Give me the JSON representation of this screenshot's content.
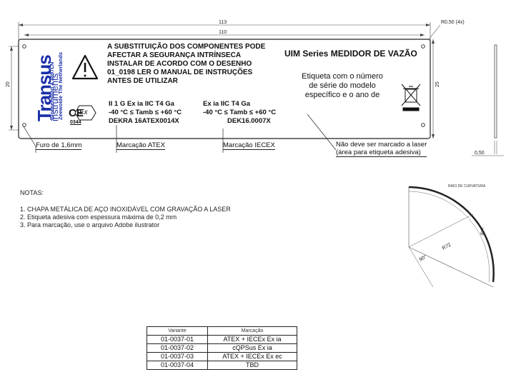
{
  "dimensions": {
    "overall_width": "113",
    "inner_width": "110",
    "height_left": "20",
    "height_right": "25",
    "corner_radius": "R0,50 (4x)",
    "thickness": "0,50"
  },
  "label": {
    "logo_text": "Transus",
    "logo_sub": "instruments",
    "address_line1": "Bloesemlaan 4 3897LN",
    "address_line2": "Zeewolde The Netherlands",
    "warning_lines": [
      "A SUBSTITUIÇÃO DOS COMPONENTES PODE",
      "AFECTAR A SEGURANÇA INTRÍNSECA",
      "INSTALAR DE ACORDO COM O DESENHO",
      "01_0198 LER O MANUAL DE INSTRUÇÕES",
      "ANTES DE UTILIZAR"
    ],
    "series_title": "UIM Series MEDIDOR DE VAZÃO",
    "label_note": "Etiqueta com o número de série do modelo específico e o ano de",
    "ce_mark": "CE",
    "ce_number": "0344",
    "ex_symbol": "Ex",
    "atex_lines": [
      "II 1 G Ex ia IIC T4 Ga",
      "-40 °C ≤ Tamb ≤ +60 °C",
      "DEKRA 16ATEX0014X"
    ],
    "iecex_lines": [
      "Ex ia IIC T4 Ga",
      "-40 °C ≤ Tamb ≤ +60 °C",
      "DEK16.0007X"
    ]
  },
  "callouts": {
    "hole": "Furo de 1,6mm",
    "atex": "Marcação ATEX",
    "iecex": "Marcação IECEX",
    "laser_line1": "Não deve ser marcado a laser",
    "laser_line2": "(área para etiqueta adesiva)"
  },
  "notes": {
    "title": "NOTAS:",
    "items": [
      "1. CHAPA METÁLICA DE AÇO INOXIDÁVEL COM GRAVAÇÃO A LASER",
      "2. Etiqueta adesiva com espessura máxima de 0,2 mm",
      "3. Para marcação, use o arquivo Adobe ilustrator"
    ]
  },
  "curvature": {
    "title": "RAIO DE CURVATURA",
    "radius": "R72",
    "angle_outer": "87°",
    "angle_inner": "90°"
  },
  "variants_table": {
    "headers": [
      "Variante",
      "Marcação"
    ],
    "rows": [
      [
        "01-0037-01",
        "ATEX + IECEx Ex ia"
      ],
      [
        "01-0037-02",
        "cQPSus Ex ia"
      ],
      [
        "01-0037-03",
        "ATEX + IECEx Ex ec"
      ],
      [
        "01-0037-04",
        "TBD"
      ]
    ]
  }
}
